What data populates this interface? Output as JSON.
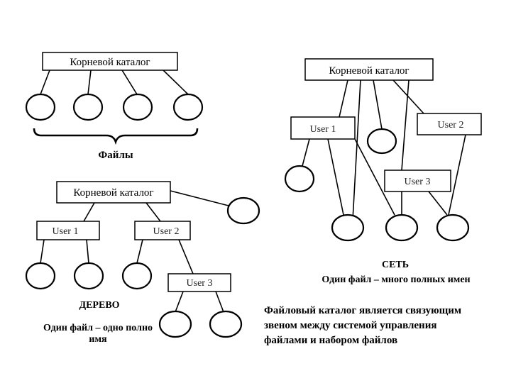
{
  "top_left": {
    "root_label": "Корневой каталог",
    "files_label": "Файлы"
  },
  "tree": {
    "root_label": "Корневой каталог",
    "user1_label": "User 1",
    "user2_label": "User 2",
    "user3_label": "User 3",
    "title": "ДЕРЕВО",
    "caption_line1": "Один файл – одно полно",
    "caption_line2": "имя"
  },
  "network": {
    "root_label": "Корневой каталог",
    "user1_label": "User 1",
    "user2_label": "User 2",
    "user3_label": "User 3",
    "title": "СЕТЬ",
    "caption": "Один файл – много полных имен"
  },
  "summary": {
    "line1": "Файловый каталог является связующим",
    "line2": "звеном между системой управления",
    "line3": "файлами и набором файлов"
  }
}
